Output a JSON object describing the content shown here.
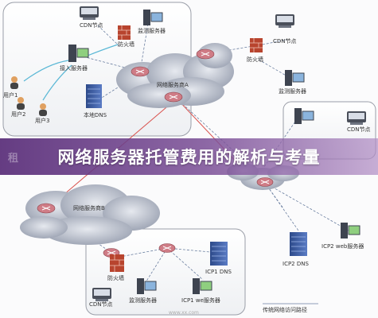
{
  "banner": {
    "title": "网络服务器托管费用的解析与考量",
    "ghost_text": "租"
  },
  "labels": {
    "cdn_node_1": "CDN节点",
    "monitor_server_1": "监测服务器",
    "firewall_1": "防火墙",
    "access_server": "接入服务器",
    "user1": "用户1",
    "user2": "用户2",
    "user3": "用户3",
    "local_dns": "本地DNS",
    "provider_a": "网络服务商A",
    "cdn_node_2": "CDN节点",
    "firewall_2": "防火墙",
    "monitor_server_2": "监测服务器",
    "cdn_node_3": "CDN节点",
    "provider_b": "网络服务商B",
    "icp2_web": "ICP2 web服务器",
    "icp2_dns": "ICP2 DNS",
    "icp1_dns": "ICP1 DNS",
    "firewall_3": "防火墙",
    "cdn_node_4": "CDN节点",
    "monitor_server_3": "监测服务器",
    "icp1_web_partial": "ICP1 we服务器",
    "legend_traditional": "传统网络访问路径",
    "watermark": "www.xx.com"
  },
  "colors": {
    "banner_start": "#582c78",
    "banner_end": "#b08cc4",
    "cloud": "#b7bcc8",
    "red_line": "#d9534f",
    "dash_line": "#6b7fa0",
    "arrow_cyan": "#5bb8d6"
  }
}
